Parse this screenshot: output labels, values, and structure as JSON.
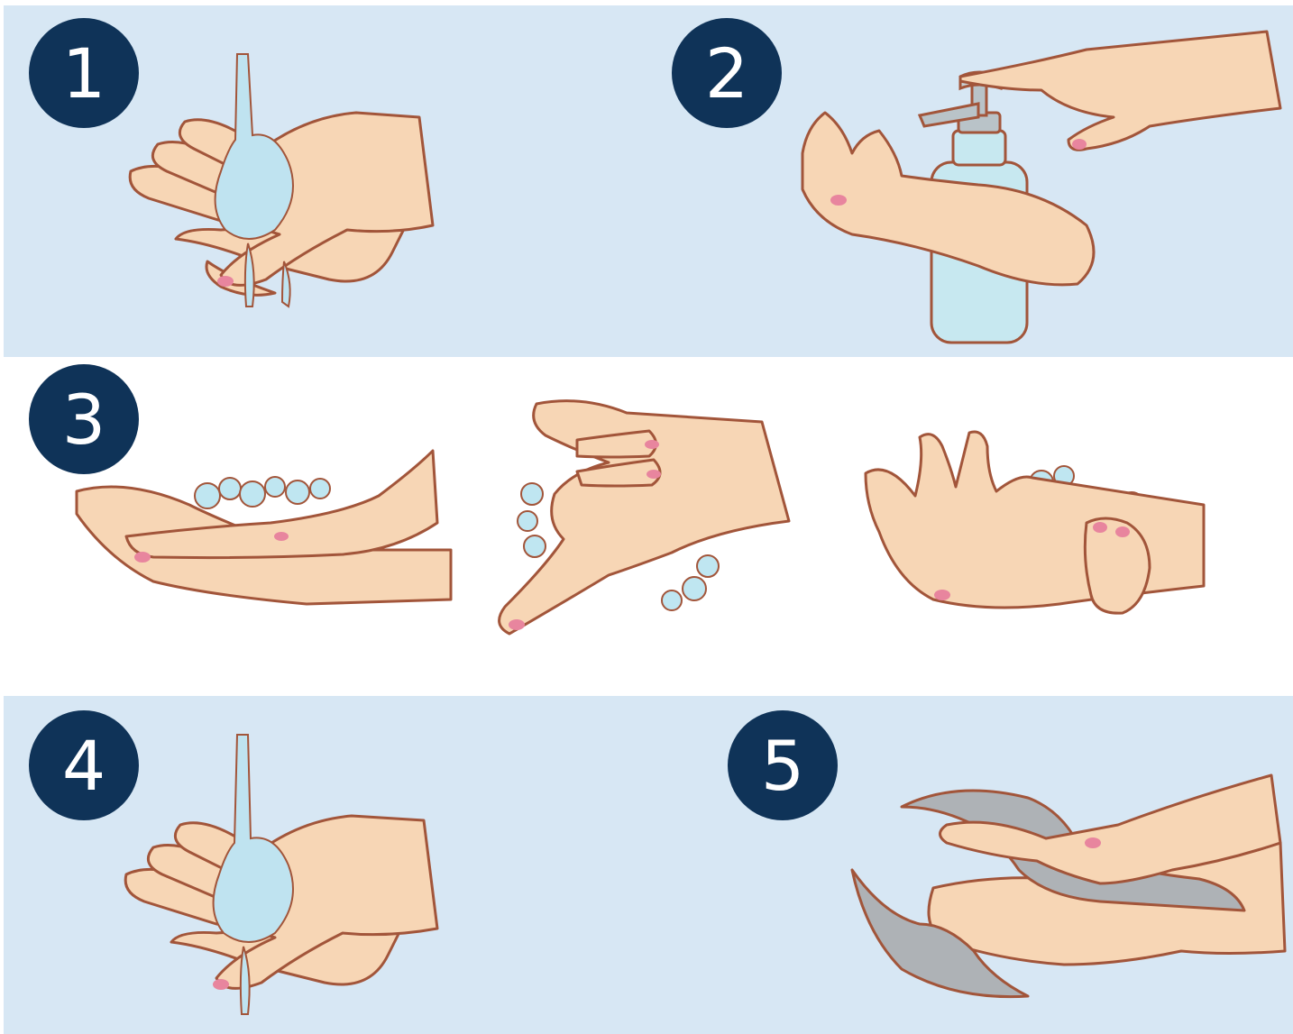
{
  "colors": {
    "panel_background": "#d7e7f4",
    "badge_fill": "#0f3358",
    "skin": "#f7d6b5",
    "outline": "#a2553a",
    "nail": "#e8859e",
    "water": "#bfe3f0",
    "foam": "#bfe6f1",
    "bottle": "#c7e8f0",
    "towel": "#aeb2b6"
  },
  "steps": [
    {
      "number": "1",
      "icon": "hands-under-running-water-icon"
    },
    {
      "number": "2",
      "icon": "soap-pump-dispenser-icon"
    },
    {
      "number": "3",
      "icon": "lathering-hands-icon"
    },
    {
      "number": "4",
      "icon": "hands-rinsing-under-water-icon"
    },
    {
      "number": "5",
      "icon": "drying-hands-with-towel-icon"
    }
  ]
}
